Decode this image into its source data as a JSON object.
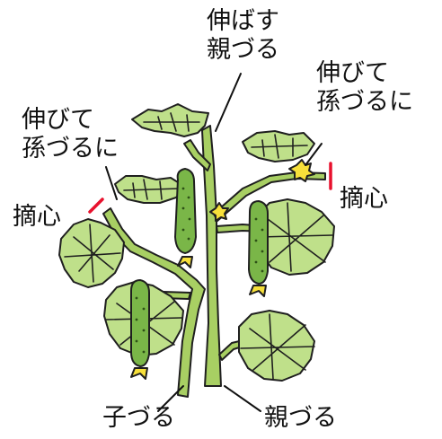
{
  "labels": {
    "top_main": [
      "伸ばす",
      "親づる"
    ],
    "top_right": [
      "伸びて",
      "孫づるに"
    ],
    "left_upper": [
      "伸びて",
      "孫づるに"
    ],
    "pinch_left": "摘心",
    "pinch_right": "摘心",
    "child_vine": "子づる",
    "parent_vine": "親づる"
  },
  "colors": {
    "stem": "#a8cf63",
    "leaf": "#bfe08a",
    "leaf_vein": "#1f1f1f",
    "cucumber": "#7ab648",
    "cucumber_dots": "#2d5016",
    "flower": "#f7e03a",
    "cut_mark": "#e8112d",
    "outline": "#1f1f1f"
  }
}
